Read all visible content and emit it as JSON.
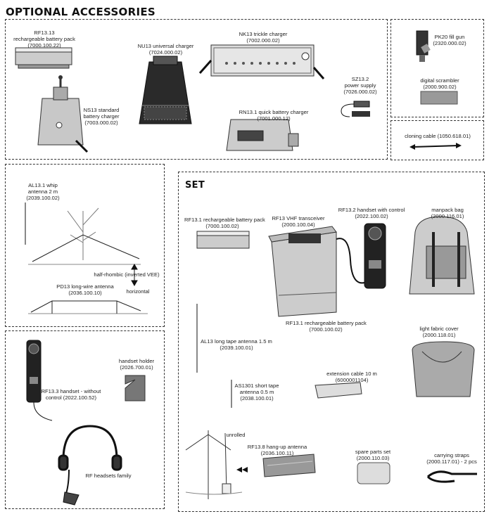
{
  "optional_title": "OPTIONAL ACCESSORIES",
  "set_title": "SET",
  "items": {
    "rf1313": {
      "line1": "RF13.13",
      "line2": "rechargeable battery pack",
      "line3": "(7000.100.22)"
    },
    "nu13": {
      "line1": "NU13 universal charger",
      "line2": "(7024.000.02)"
    },
    "nk13": {
      "line1": "NK13 trickle charger",
      "line2": "(7002.000.02)"
    },
    "ns13": {
      "line1": "NS13 standard",
      "line2": "battery charger",
      "line3": "(7003.000.02)"
    },
    "rn131": {
      "line1": "RN13.1 quick battery charger",
      "line2": "(7001.000.12)"
    },
    "sz132": {
      "line1": "SZ13.2",
      "line2": "power supply",
      "line3": "(7026.000.02)"
    },
    "pk20": {
      "line1": "PK20 fill gun",
      "line2": "(2320.000.02)"
    },
    "scrambler": {
      "line1": "digital scrambler",
      "line2": "(2000.900.02)"
    },
    "cloning": {
      "line1": "cloning cable (1050.618.01)"
    },
    "al131": {
      "line1": "AL13.1 whip",
      "line2": "antenna 2 m",
      "line3": "(2039.100.02)"
    },
    "halfrhombic": {
      "line1": "half-rhombic (inverted VEE)"
    },
    "horizontal": {
      "line1": "horizontal"
    },
    "pd13": {
      "line1": "PD13 long-wire antenna",
      "line2": "(2036.100.10)"
    },
    "handset_holder": {
      "line1": "handset holder",
      "line2": "(2026.700.01)"
    },
    "rf133": {
      "line1": "RF13.3 handset - without",
      "line2": "control (2022.100.52)"
    },
    "headsets": {
      "line1": "RF headsets family"
    },
    "rf131_top": {
      "line1": "RF13.1 rechargeable battery pack",
      "line2": "(7000.100.02)"
    },
    "rf13_vhf": {
      "line1": "RF13 VHF transceiver",
      "line2": "(2000.100.04)"
    },
    "rf132": {
      "line1": "RF13.2 handset with control",
      "line2": "(2022.100.02)"
    },
    "manpack": {
      "line1": "manpack bag",
      "line2": "(2000.116.01)"
    },
    "rf131_bottom": {
      "line1": "RF13.1 rechargeable battery pack",
      "line2": "(7000.100.02)"
    },
    "al13_long": {
      "line1": "AL13 long tape antenna 1.5 m",
      "line2": "(2039.100.01)"
    },
    "fabric": {
      "line1": "light fabric cover",
      "line2": "(2000.118.01)"
    },
    "extension": {
      "line1": "extension cable 10 m",
      "line2": "(6000001104)"
    },
    "as1301": {
      "line1": "AS1301 short tape",
      "line2": "antenna 0.5 m",
      "line3": "(2038.100.01)"
    },
    "unrolled": {
      "line1": "unrolled"
    },
    "rf138": {
      "line1": "RF13.8 hang-up antenna",
      "line2": "(2036.100.11)"
    },
    "spare": {
      "line1": "spare parts set",
      "line2": "(2000.110.03)"
    },
    "straps": {
      "line1": "carrying straps",
      "line2": "(2000.117.01) - 2 pcs"
    }
  }
}
